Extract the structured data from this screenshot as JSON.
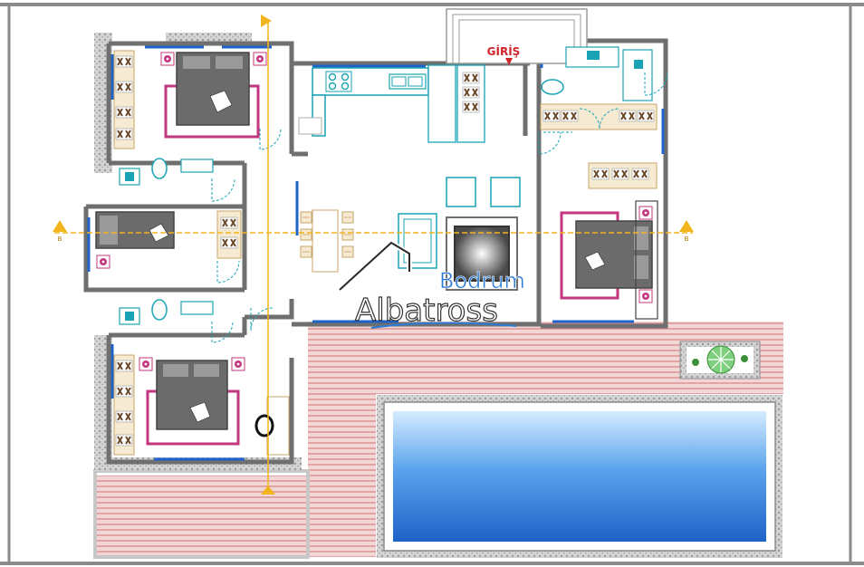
{
  "entrance_label": "GİRİŞ",
  "section_marker_left": "B",
  "section_marker_right": "B",
  "watermark": {
    "line1": "Bodrum",
    "line2": "Albatross"
  },
  "colors": {
    "wall": "#6f6f6f",
    "frame": "#9a9a9a",
    "window": "#1e63c8",
    "bed_frame": "#c2377f",
    "bed": "#6b6b6b",
    "wardrobe": "#c8a46a",
    "deck": "#d98f8f",
    "pool_deep": "#1f6fd0",
    "pool_light": "#d6ecff",
    "axis": "#f2b51e",
    "entrance": "#d0242a",
    "fixture": "#1aa3b5",
    "stone": "#b8b8b8",
    "greenery": "#4caf50"
  }
}
